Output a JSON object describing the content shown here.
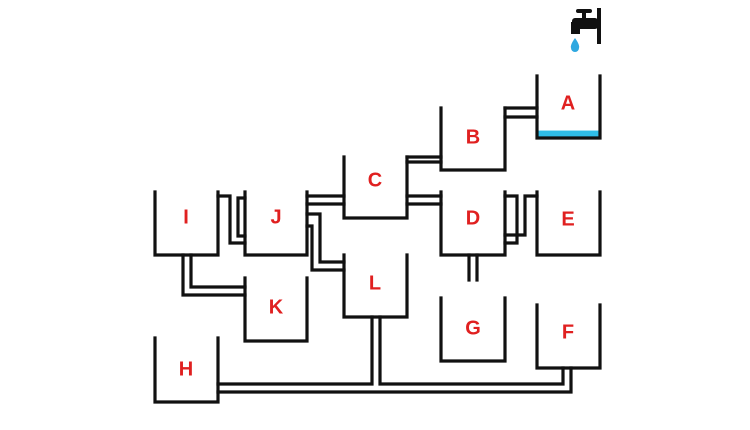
{
  "colors": {
    "wall": "#111111",
    "label": "#e02020",
    "water": "#2fbde8",
    "faucet": "#111111",
    "drop": "#2fa8e0"
  },
  "icons": {
    "faucet": "faucet-icon",
    "drop": "water-drop-icon"
  },
  "tanks": [
    {
      "id": "A",
      "label": "A",
      "water_level": 0.12
    },
    {
      "id": "B",
      "label": "B",
      "water_level": 0
    },
    {
      "id": "C",
      "label": "C",
      "water_level": 0
    },
    {
      "id": "D",
      "label": "D",
      "water_level": 0
    },
    {
      "id": "E",
      "label": "E",
      "water_level": 0
    },
    {
      "id": "F",
      "label": "F",
      "water_level": 0
    },
    {
      "id": "G",
      "label": "G",
      "water_level": 0
    },
    {
      "id": "H",
      "label": "H",
      "water_level": 0
    },
    {
      "id": "I",
      "label": "I",
      "water_level": 0
    },
    {
      "id": "J",
      "label": "J",
      "water_level": 0
    },
    {
      "id": "K",
      "label": "K",
      "water_level": 0
    },
    {
      "id": "L",
      "label": "L",
      "water_level": 0
    }
  ]
}
